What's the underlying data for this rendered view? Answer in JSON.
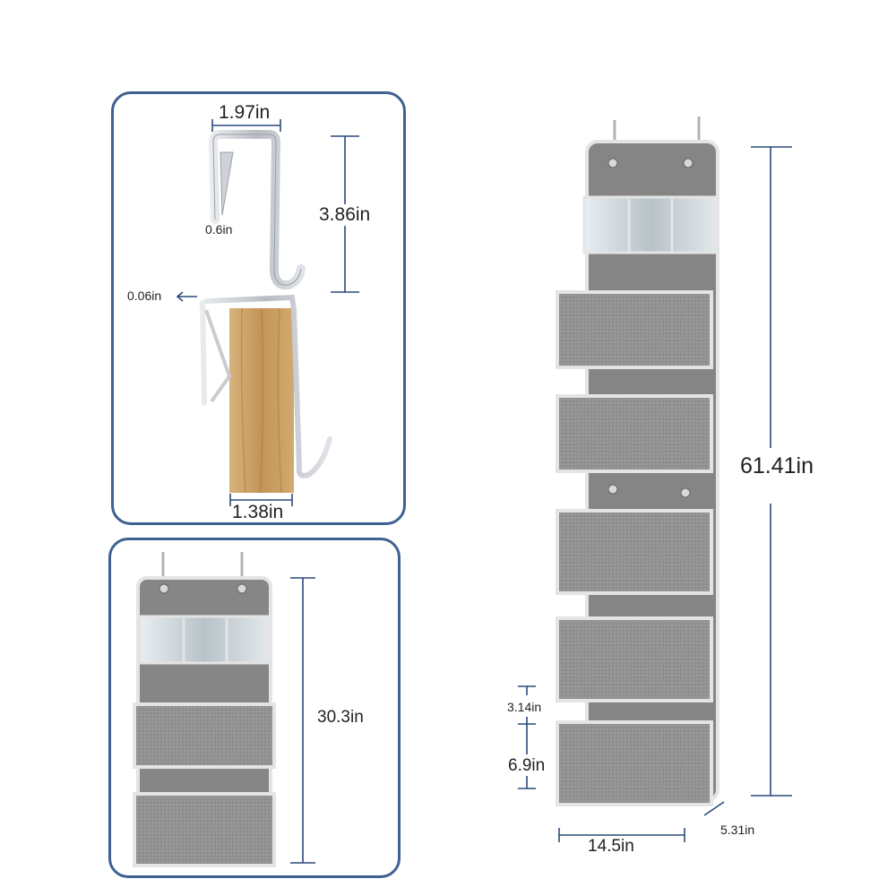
{
  "dimensions": {
    "hook_width": "1.97in",
    "hook_inner": "0.6in",
    "hook_height": "3.86in",
    "hook_thickness": "0.06in",
    "door_fit": "1.38in",
    "small_height": "30.3in",
    "full_height": "61.41in",
    "pocket_top": "3.14in",
    "pocket_depth": "6.9in",
    "width": "14.5in",
    "depth": "5.31in"
  },
  "colors": {
    "panel_border": "#3f6191",
    "dimension_line": "#2b4a7a",
    "fabric": "#8a8a8a",
    "pocket": "#9a9a9a",
    "trim": "#e4e4e4",
    "wood": "#c9a06a",
    "metal": "#c9ccd0"
  }
}
